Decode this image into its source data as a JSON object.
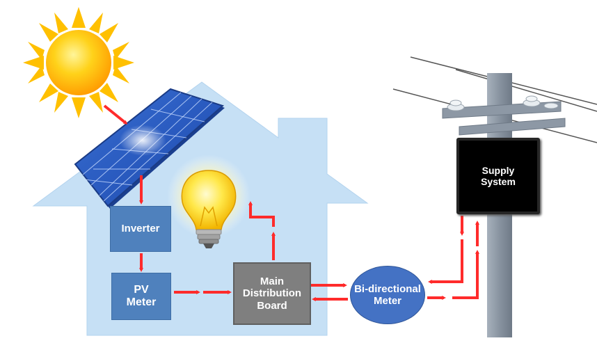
{
  "diagram": {
    "nodes": [
      {
        "id": "inverter",
        "label": "Inverter"
      },
      {
        "id": "pv_meter",
        "label": "PV Meter",
        "lines": [
          "PV",
          "Meter"
        ]
      },
      {
        "id": "main_distribution_board",
        "label": "Main Distribution Board",
        "lines": [
          "Main",
          "Distribution",
          "Board"
        ]
      },
      {
        "id": "bi_directional_meter",
        "label": "Bi-directional Meter",
        "lines": [
          "Bi-directional",
          "Meter"
        ]
      },
      {
        "id": "supply_system",
        "label": "Supply System",
        "lines": [
          "Supply",
          "System"
        ]
      }
    ],
    "edges": [
      {
        "from": "sun",
        "to": "solar_panel"
      },
      {
        "from": "solar_panel",
        "to": "inverter"
      },
      {
        "from": "inverter",
        "to": "pv_meter"
      },
      {
        "from": "pv_meter",
        "to": "main_distribution_board"
      },
      {
        "from": "main_distribution_board",
        "to": "light_bulb"
      },
      {
        "from": "main_distribution_board",
        "to": "bi_directional_meter"
      },
      {
        "from": "bi_directional_meter",
        "to": "main_distribution_board"
      },
      {
        "from": "supply_system",
        "to": "bi_directional_meter"
      },
      {
        "from": "bi_directional_meter",
        "to": "supply_system"
      }
    ],
    "icons": [
      "sun-icon",
      "solar-panel-icon",
      "house-icon",
      "light-bulb-icon",
      "utility-pole-icon"
    ],
    "colors": {
      "arrow": "#ff2b2b",
      "house": "#c6e0f5",
      "device_box": "#4f81bd",
      "distribution_board": "#7f7f7f",
      "meter": "#4472c4",
      "supply_system": "#000000",
      "sun": "#ffc000",
      "pole": "#8a96a3"
    }
  }
}
